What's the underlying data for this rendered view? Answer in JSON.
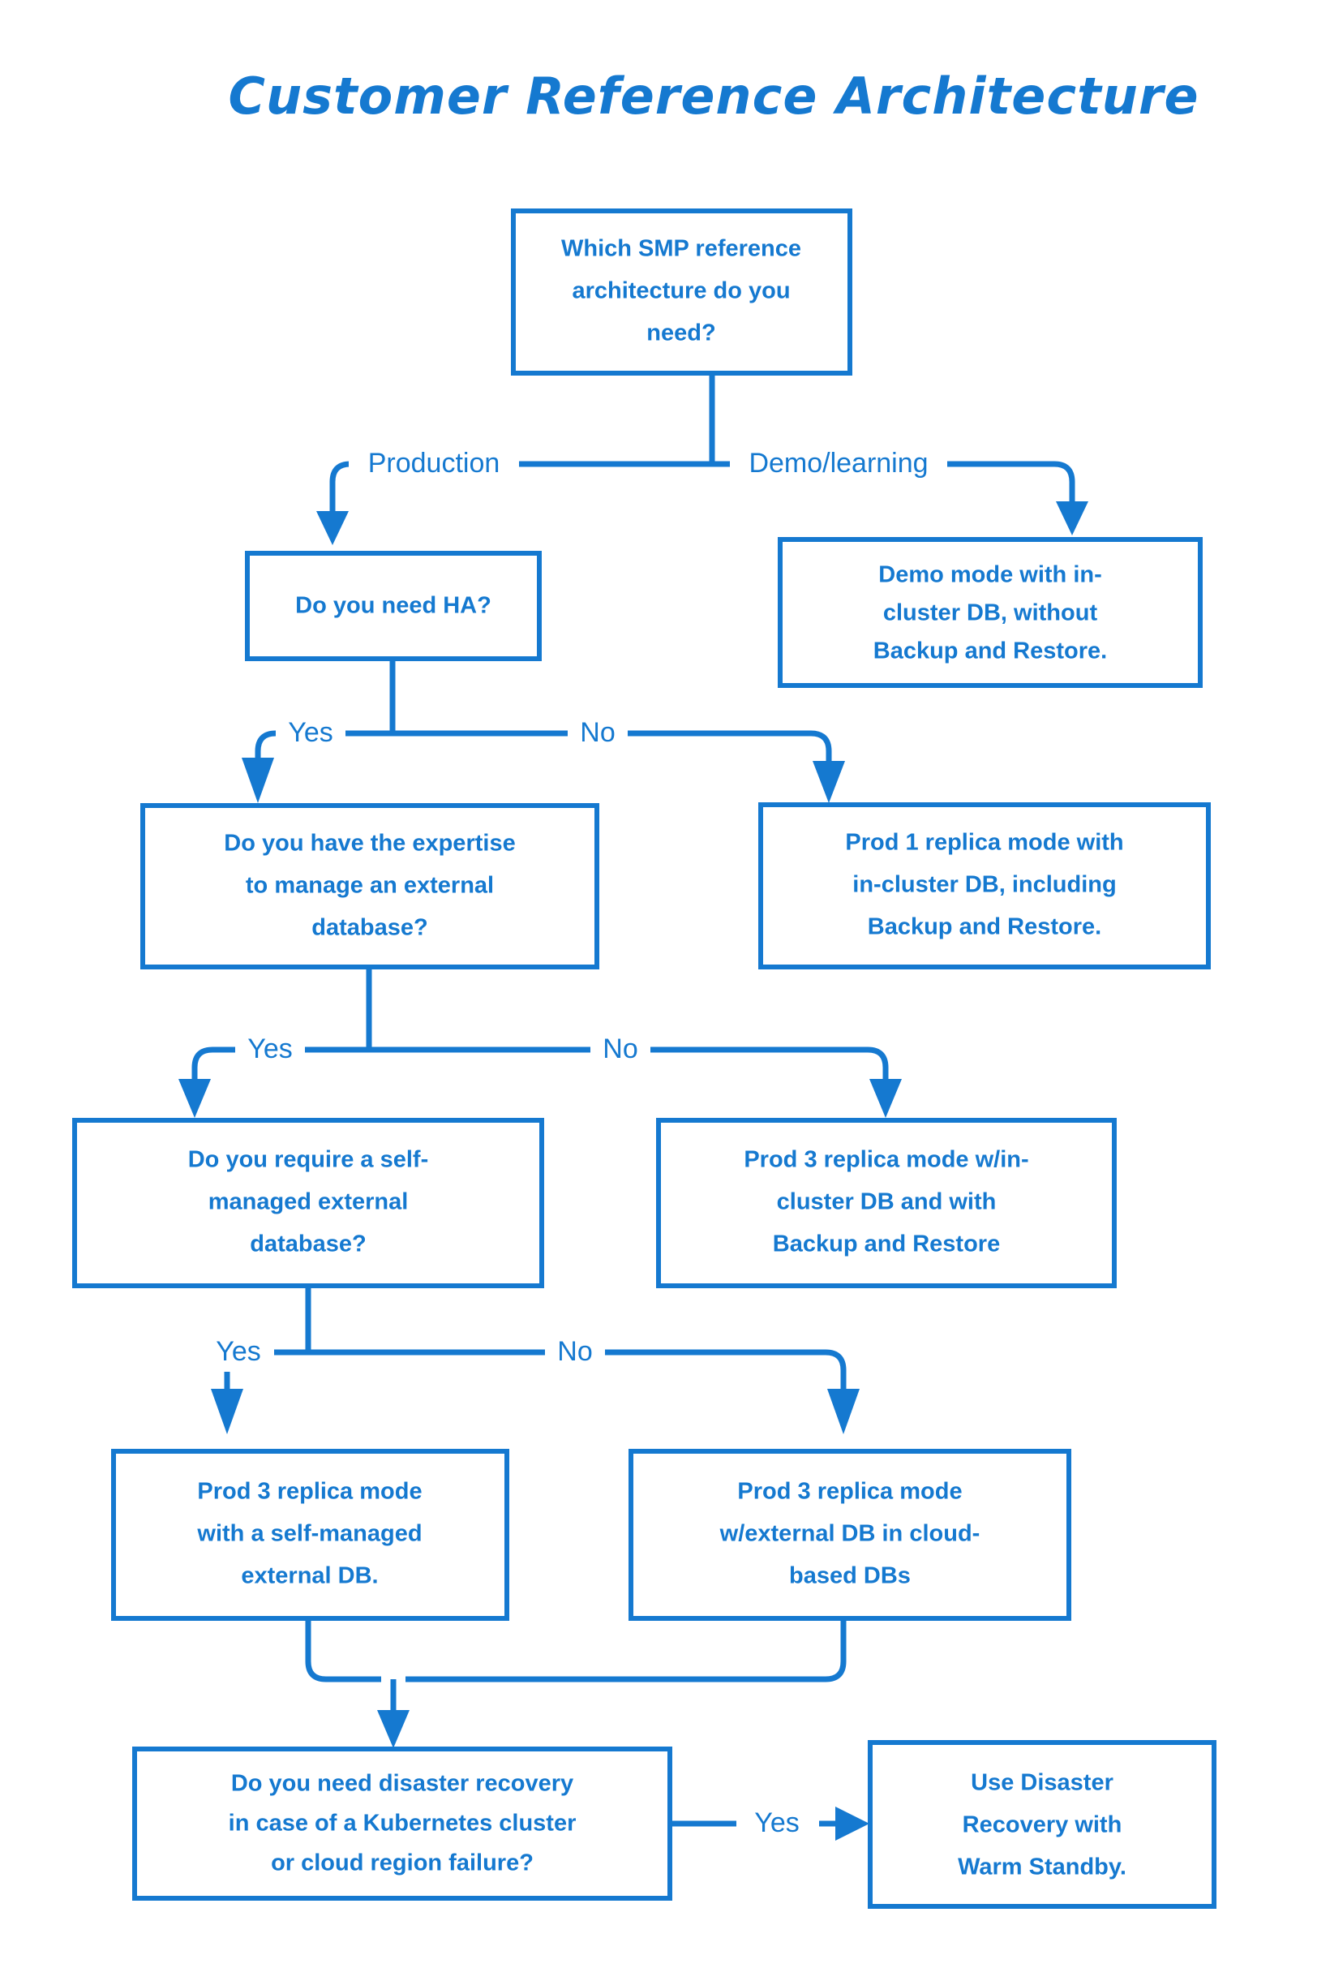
{
  "title": "Customer Reference Architecture",
  "colors": {
    "accent": "#1579d0",
    "background": "#ffffff",
    "text": "#1579d0"
  },
  "nodes": {
    "root": {
      "name": "which-smp-reference-architecture",
      "lines": [
        "Which SMP reference",
        "architecture do you",
        "need?"
      ]
    },
    "demo_mode": {
      "name": "demo-mode-outcome",
      "lines": [
        "Demo mode with in-",
        "cluster DB, without",
        "Backup and Restore."
      ]
    },
    "need_ha": {
      "name": "do-you-need-ha",
      "lines": [
        "Do you need HA?"
      ]
    },
    "prod1_replica": {
      "name": "prod-1-replica-outcome",
      "lines": [
        "Prod 1 replica mode with",
        "in-cluster DB, including",
        "Backup and Restore."
      ]
    },
    "expertise": {
      "name": "do-you-have-expertise",
      "lines": [
        "Do you have the expertise",
        "to manage an external",
        "database?"
      ]
    },
    "prod3_incluster": {
      "name": "prod-3-replica-incluster-outcome",
      "lines": [
        "Prod 3 replica mode w/in-",
        "cluster DB and with",
        "Backup and Restore"
      ]
    },
    "self_managed": {
      "name": "do-you-require-self-managed-db",
      "lines": [
        "Do you require a self-",
        "managed external",
        "database?"
      ]
    },
    "prod3_selfmanaged": {
      "name": "prod-3-replica-self-managed-outcome",
      "lines": [
        "Prod 3 replica mode",
        "with a self-managed",
        "external DB."
      ]
    },
    "prod3_cloud": {
      "name": "prod-3-replica-cloud-outcome",
      "lines": [
        "Prod 3 replica mode",
        "w/external DB in cloud-",
        "based DBs"
      ]
    },
    "disaster_recovery": {
      "name": "do-you-need-disaster-recovery",
      "lines": [
        "Do you need disaster recovery",
        "in case of a Kubernetes cluster",
        "or cloud region failure?"
      ]
    },
    "warm_standby": {
      "name": "use-disaster-recovery-warm-standby-outcome",
      "lines": [
        "Use Disaster",
        "Recovery with",
        "Warm Standby."
      ]
    }
  },
  "edge_labels": {
    "production": "Production",
    "demo_learning": "Demo/learning",
    "ha_yes": "Yes",
    "ha_no": "No",
    "expertise_yes": "Yes",
    "expertise_no": "No",
    "self_managed_yes": "Yes",
    "self_managed_no": "No",
    "dr_yes": "Yes"
  }
}
